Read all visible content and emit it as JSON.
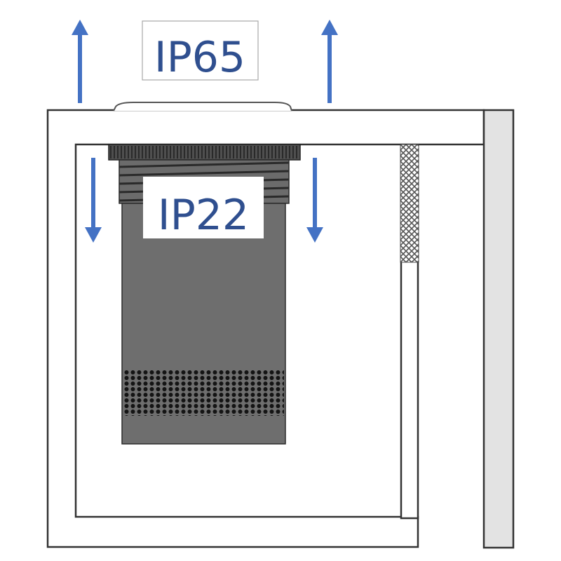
{
  "labels": {
    "outer_rating": "IP65",
    "inner_rating": "IP22"
  },
  "colors": {
    "arrow": "#4472c4",
    "label_text": "#2f4f8f",
    "outline": "#333333",
    "housing_body": "#6e6e6e",
    "housing_ring": "#505050",
    "side_panel": "#e3e3e3",
    "label_border": "#a8a8a8"
  },
  "arrows": [
    {
      "name": "outer-left-arrow-up",
      "direction": "up"
    },
    {
      "name": "outer-right-arrow-up",
      "direction": "up"
    },
    {
      "name": "inner-left-arrow-down",
      "direction": "down"
    },
    {
      "name": "inner-right-arrow-down",
      "direction": "down"
    }
  ]
}
